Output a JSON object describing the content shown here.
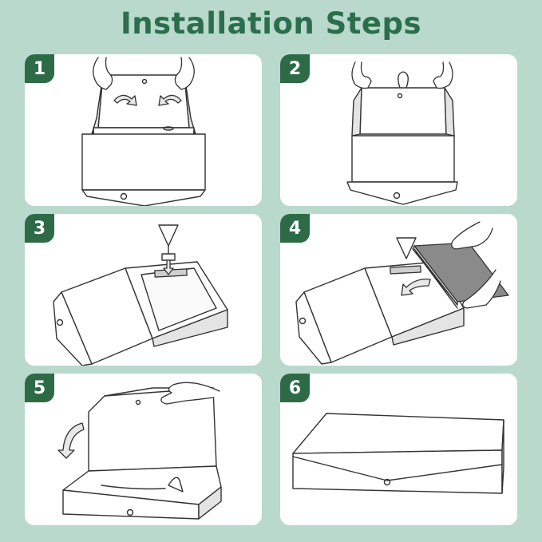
{
  "title": "Installation Steps",
  "steps": [
    {
      "number": "1"
    },
    {
      "number": "2"
    },
    {
      "number": "3"
    },
    {
      "number": "4"
    },
    {
      "number": "5"
    },
    {
      "number": "6"
    }
  ]
}
